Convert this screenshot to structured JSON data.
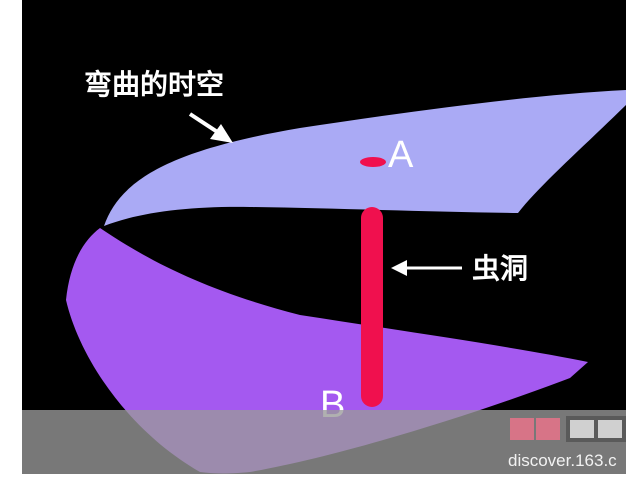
{
  "labels": {
    "curved_spacetime": "弯曲的时空",
    "wormhole": "虫洞",
    "point_a": "A",
    "point_b": "B"
  },
  "watermark": {
    "url": "discover.163.c"
  },
  "colors": {
    "background": "#000000",
    "upper_sheet": "#aaaaf5",
    "lower_sheet": "#a459f0",
    "wormhole": "#f0104e",
    "label_text": "#ffffff",
    "watermark_band": "#8c8c8c"
  }
}
